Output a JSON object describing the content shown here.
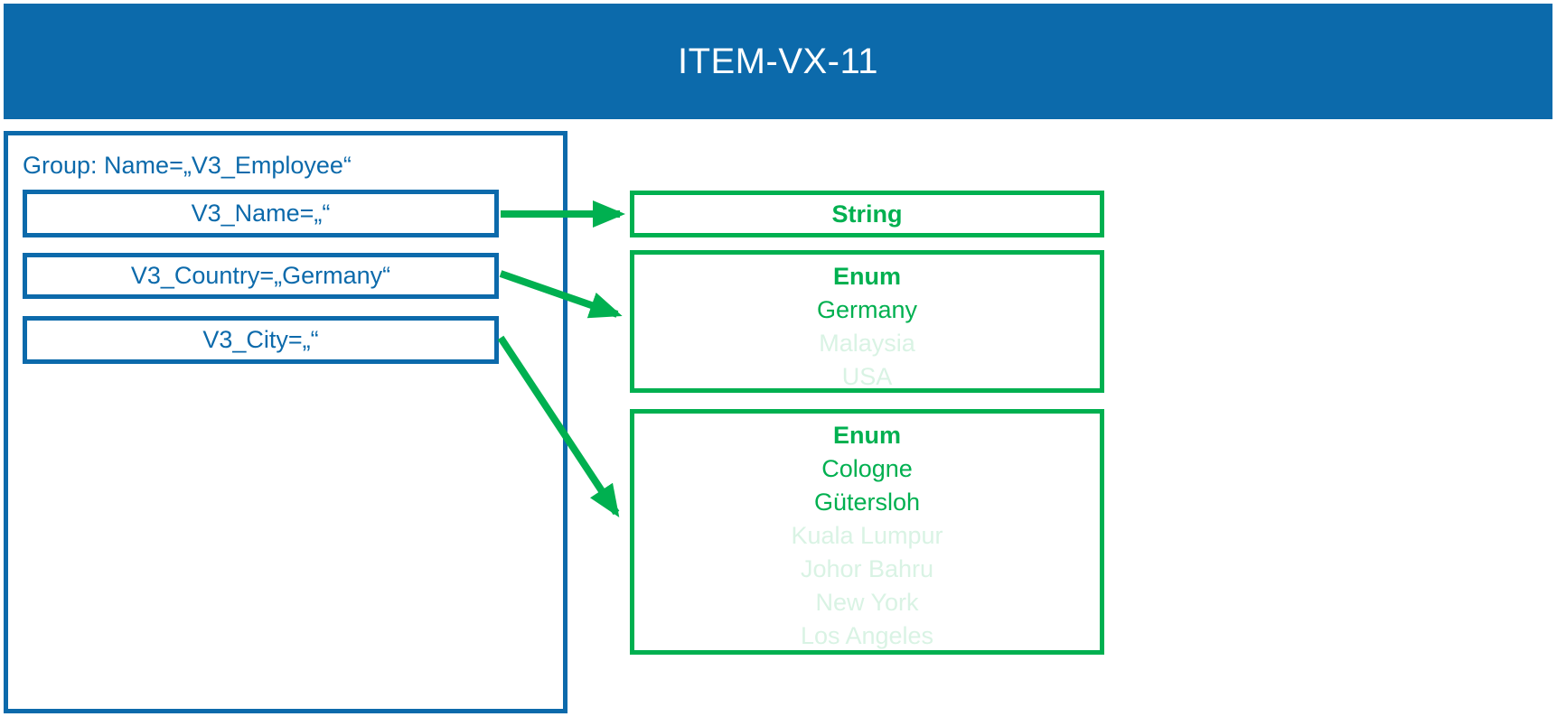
{
  "colors": {
    "blue": "#0c6aab",
    "green": "#00b050",
    "faded_green": "#d9f3e4",
    "header_text": "#ffffff"
  },
  "header": {
    "title": "ITEM-VX-11"
  },
  "group": {
    "label": "Group: Name=„V3_Employee“",
    "fields": [
      {
        "label": "V3_Name=„“"
      },
      {
        "label": "V3_Country=„Germany“"
      },
      {
        "label": "V3_City=„“"
      }
    ]
  },
  "types": [
    {
      "title": "String",
      "items": []
    },
    {
      "title": "Enum",
      "items": [
        {
          "label": "Germany",
          "active": true
        },
        {
          "label": "Malaysia",
          "active": false
        },
        {
          "label": "USA",
          "active": false
        }
      ]
    },
    {
      "title": "Enum",
      "items": [
        {
          "label": "Cologne",
          "active": true
        },
        {
          "label": "Gütersloh",
          "active": true
        },
        {
          "label": "Kuala Lumpur",
          "active": false
        },
        {
          "label": "Johor Bahru",
          "active": false
        },
        {
          "label": "New York",
          "active": false
        },
        {
          "label": "Los Angeles",
          "active": false
        }
      ]
    }
  ],
  "connections": [
    {
      "from": "V3_Name",
      "to": "String"
    },
    {
      "from": "V3_Country",
      "to": "Enum (countries)"
    },
    {
      "from": "V3_City",
      "to": "Enum (cities)"
    }
  ]
}
